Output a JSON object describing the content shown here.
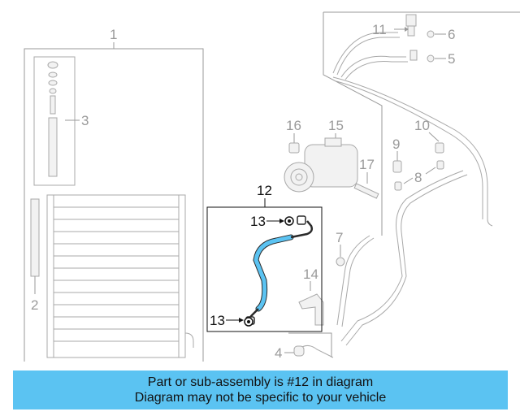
{
  "callouts": {
    "c1": "1",
    "c2": "2",
    "c3": "3",
    "c4": "4",
    "c5": "5",
    "c6": "6",
    "c7": "7",
    "c8": "8",
    "c9": "9",
    "c10": "10",
    "c11": "11",
    "c12": "12",
    "c13a": "13",
    "c13b": "13",
    "c14": "14",
    "c15": "15",
    "c16": "16",
    "c17": "17"
  },
  "banner": {
    "line1": "Part or sub-assembly is #12 in diagram",
    "line2": "Diagram may not be specific to your vehicle"
  },
  "colors": {
    "highlight_hose": "#5bc3f2",
    "banner_bg": "#5bc3f2",
    "line_gray": "#a8a8a8"
  }
}
